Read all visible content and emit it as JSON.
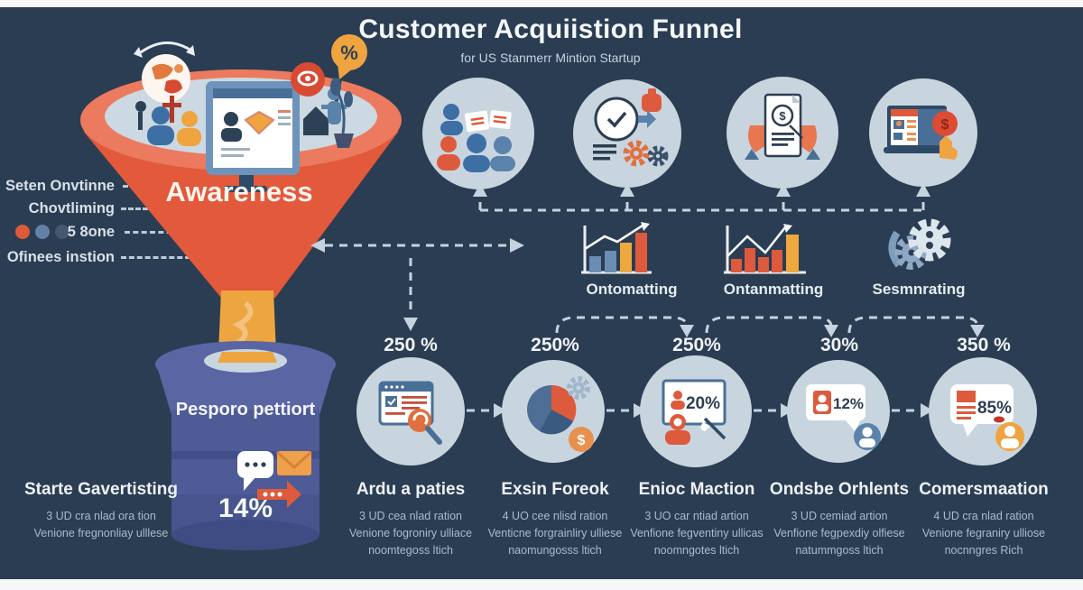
{
  "header": {
    "title": "Customer Acquiistion Funnel",
    "subtitle": "for US Stanmerr Mintion Startup"
  },
  "colors": {
    "background": "#2b3d52",
    "funnel_orange": "#e2593b",
    "funnel_rim": "#ec7a5e",
    "funnel_bowl": "#ccd9e2",
    "neck_yellow": "#eda63f",
    "cylinder_blue": "#4e5b97",
    "circle_bg": "#c8d5df",
    "dash_line": "#c5d3de",
    "accent_red": "#dd5b3c",
    "accent_blue": "#4a6f96",
    "text_light": "#d7e1e9"
  },
  "legend": {
    "rows": [
      {
        "label": "Seten Onvtinne"
      },
      {
        "label": "Chovtliming"
      },
      {
        "label": "5 8one"
      },
      {
        "label": "Ofinees instion"
      }
    ],
    "dot_colors": [
      "#dd5a3a",
      "#6380a8",
      "#45586e"
    ]
  },
  "funnel": {
    "stage_label": "Awareness",
    "neck_label": "Pesporo pettiort",
    "neck_value": "14%",
    "icons": [
      "globe-icon",
      "audience-people-icon",
      "monitor-ad-icon",
      "camera-eye-icon",
      "percent-bubble-icon",
      "house-icon",
      "plant-icon",
      "chat-dots-icon",
      "envelope-icon",
      "forward-arrow-icon"
    ],
    "footer": {
      "title": "Starte Gavertisting",
      "lines": [
        "3 UD cra nlad ora tion",
        "Venione fregnonliay ulllese"
      ]
    }
  },
  "top_row": {
    "icons": [
      "audience-group-icon",
      "clock-gears-icon",
      "invoice-hands-icon",
      "online-payment-icon"
    ]
  },
  "mid_row": {
    "items": [
      {
        "icon": "bar-chart-up-icon",
        "label": "Ontomatting"
      },
      {
        "icon": "bar-chart-zigzag-icon",
        "label": "Ontanmatting"
      },
      {
        "icon": "gears-icon",
        "label": "Sesmnrating"
      }
    ]
  },
  "percent_row": {
    "values": [
      "250 %",
      "250%",
      "250%",
      "30%",
      "350 %"
    ]
  },
  "bottom_row": {
    "stages": [
      {
        "icon": "browser-search-icon",
        "badge": "",
        "title": "Ardu a paties",
        "lines": [
          "3 UD cea nlad ration",
          "Venione fogroniry ulliace",
          "noomtegoss ltich"
        ]
      },
      {
        "icon": "pie-chart-gear-icon",
        "badge": "",
        "title": "Exsin Foreok",
        "lines": [
          "4 UO cee nlisd ration",
          "Venticne forgrainliry ulliese",
          "naomungosss ltich"
        ]
      },
      {
        "icon": "whiteboard-presenter-icon",
        "badge": "20%",
        "title": "Enioc Maction",
        "lines": [
          "3 UO car ntiad artion",
          "Venfione fegventiny ullicas",
          "noomngotes ltich"
        ]
      },
      {
        "icon": "chat-profile-icon",
        "badge": "12%",
        "title": "Ondsbe Orhlents",
        "lines": [
          "3 UD cemiad artion",
          "Venfione fegpexdiy olfiese",
          "natummgoss ltich"
        ]
      },
      {
        "icon": "chat-report-icon",
        "badge": "85%",
        "title": "Comersmaation",
        "lines": [
          "4 UD cra nlad ration",
          "Venione fegraniry ulliose",
          "nocnngres Rich"
        ]
      }
    ]
  }
}
